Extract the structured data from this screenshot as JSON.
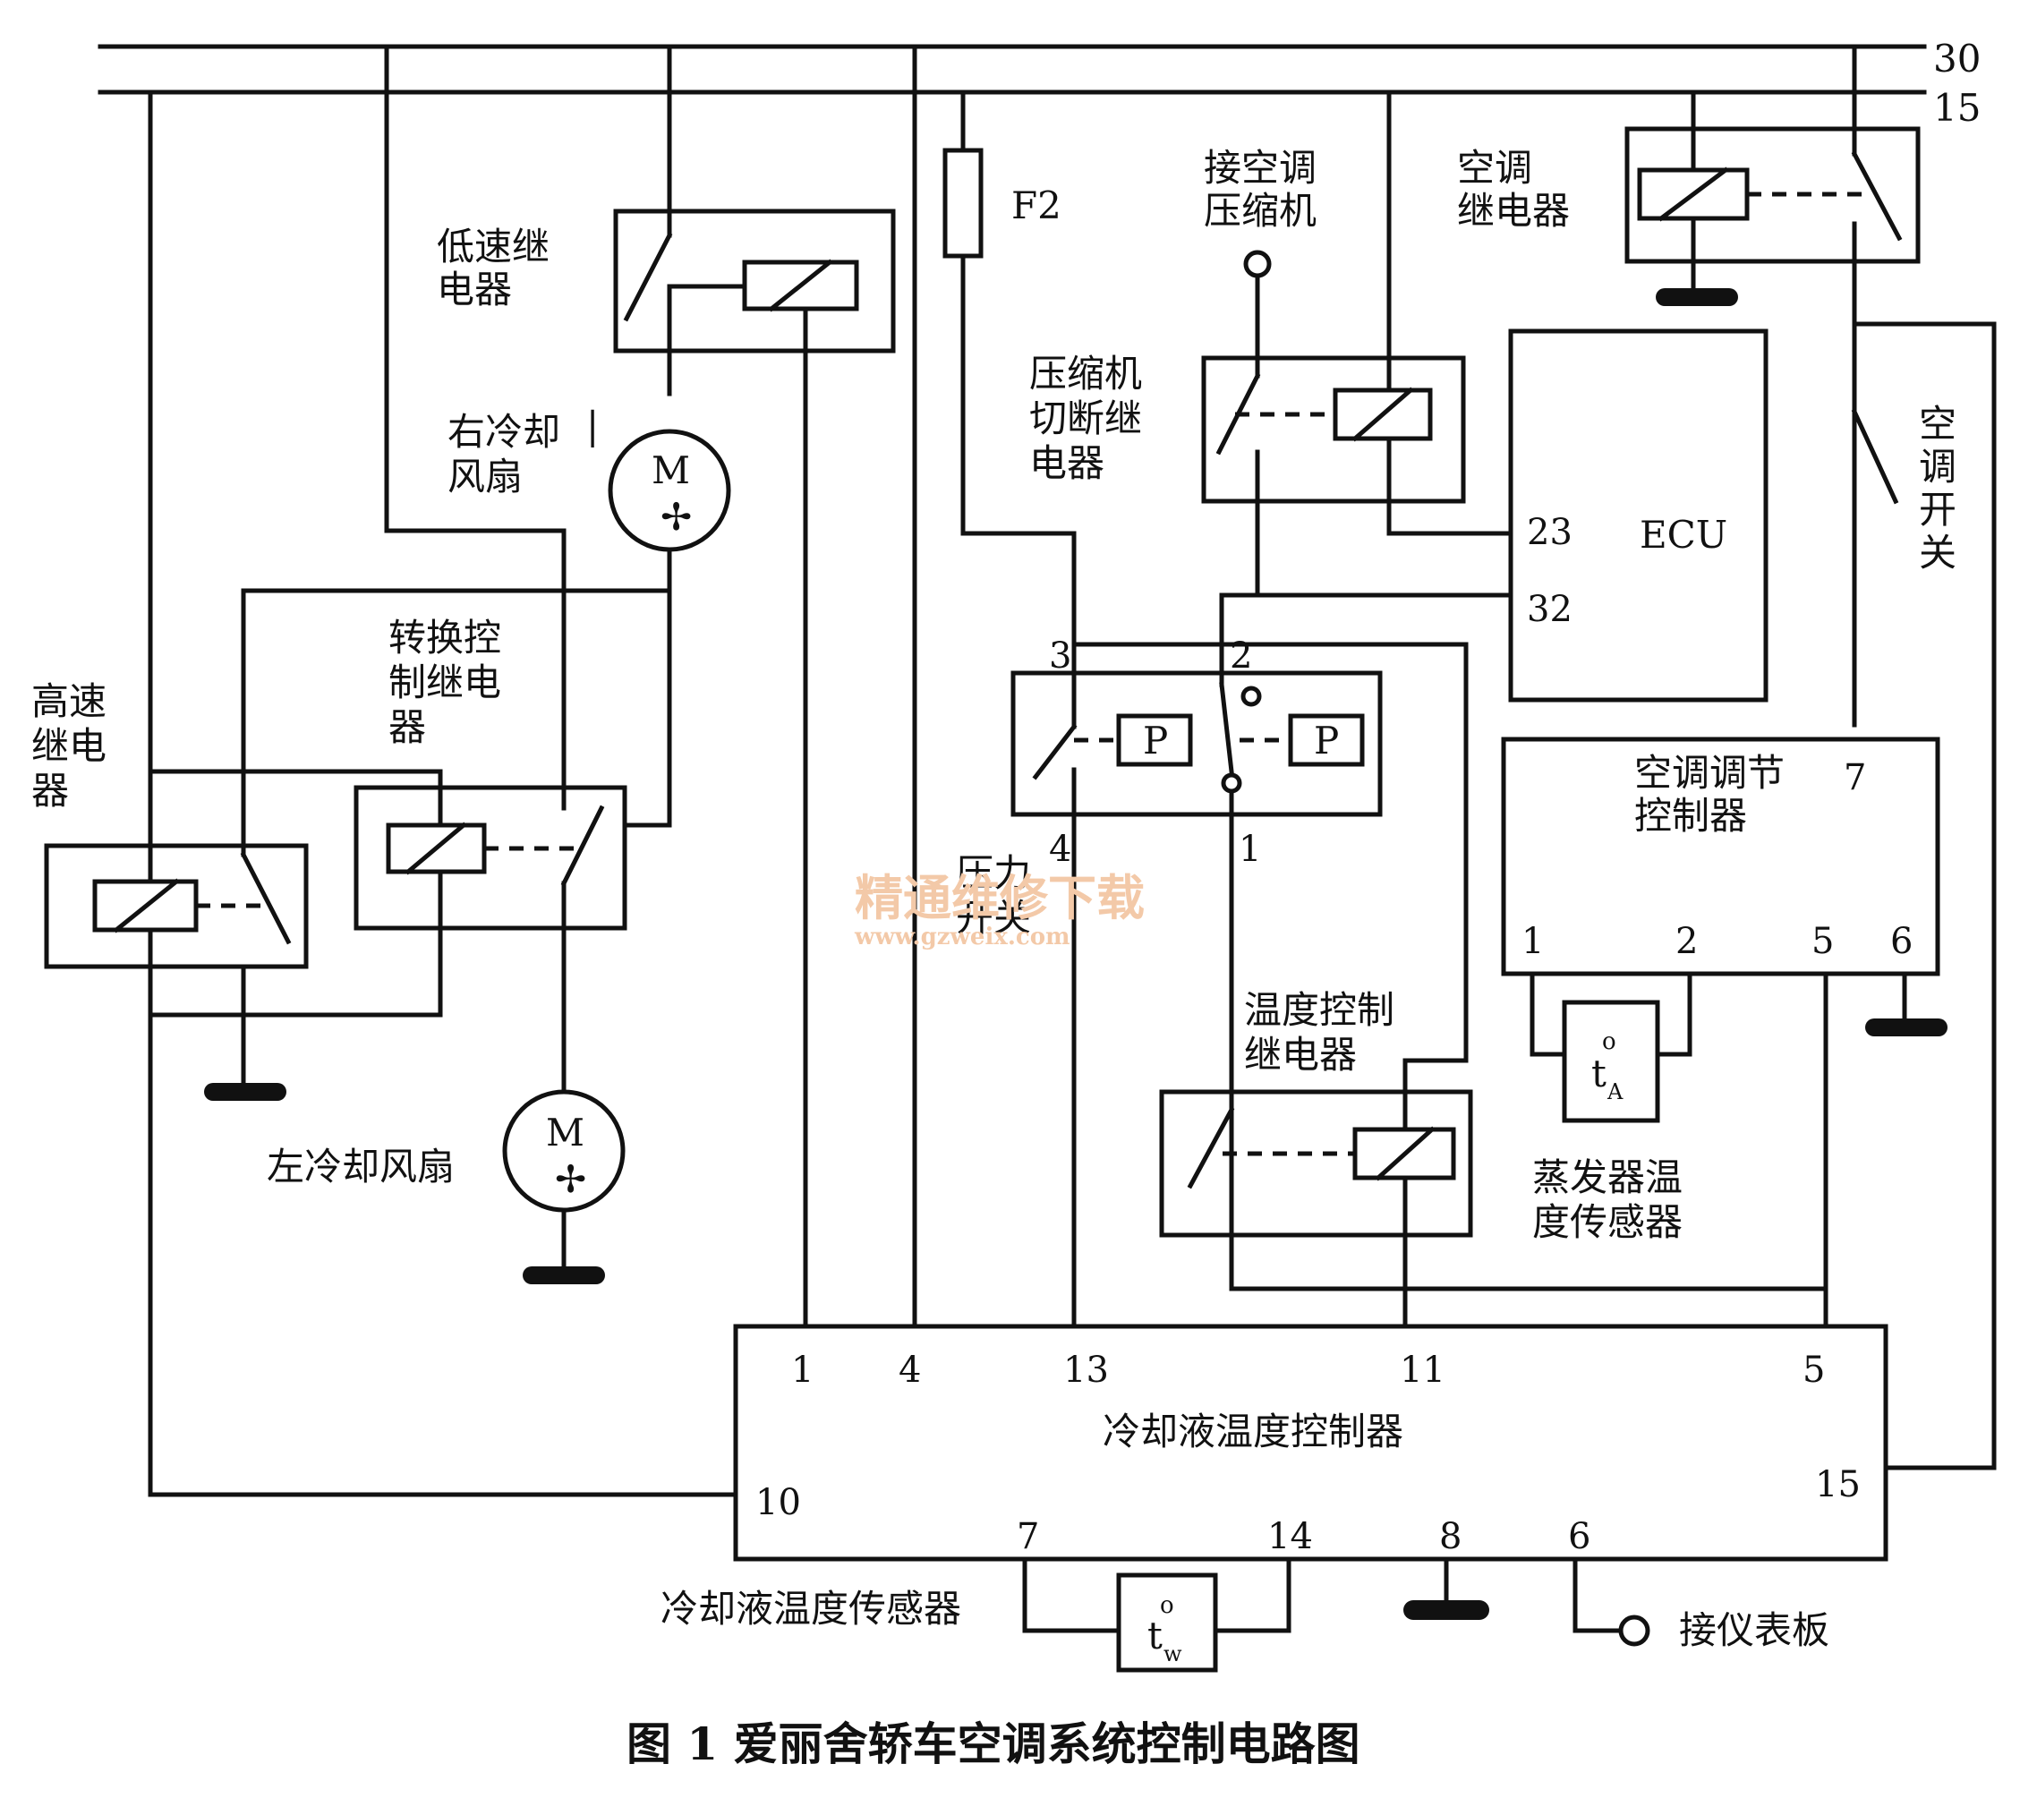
{
  "caption": "图 1    爱丽舍轿车空调系统控制电路图",
  "watermark": {
    "line1": "精通维修下载",
    "line2": "www.gzweix.com"
  },
  "bus": {
    "b30": "30",
    "b15": "15"
  },
  "labels": {
    "low_speed_relay": [
      "低速继",
      "电器"
    ],
    "right_fan": [
      "右冷却",
      "风扇"
    ],
    "left_fan": "左冷却风扇",
    "high_speed_relay": [
      "高速",
      "继电",
      "器"
    ],
    "switch_relay": [
      "转换控",
      "制继电",
      "器"
    ],
    "fuse": "F2",
    "to_compressor": [
      "接空调",
      "压缩机"
    ],
    "compressor_cutoff_relay": [
      "压缩机",
      "切断继",
      "电器"
    ],
    "ac_relay": [
      "空调",
      "继电器"
    ],
    "ac_switch": [
      "空",
      "调",
      "开",
      "关"
    ],
    "pressure_switch": [
      "压力",
      "开关"
    ],
    "temp_control_relay": [
      "温度控制",
      "继电器"
    ],
    "ac_regulator": [
      "空调调节",
      "控制器"
    ],
    "evaporator_sensor": [
      "蒸发器温",
      "度传感器"
    ],
    "coolant_controller": "冷却液温度控制器",
    "coolant_sensor": "冷却液温度传感器",
    "to_dashboard": "接仪表板",
    "ecu": "ECU",
    "motor": "M",
    "p": "P"
  },
  "pins": {
    "ecu": [
      "23",
      "32"
    ],
    "pressure_switch": [
      "3",
      "2",
      "4",
      "1"
    ],
    "regulator": [
      "7",
      "1",
      "2",
      "5",
      "6"
    ],
    "controller": [
      "1",
      "4",
      "13",
      "11",
      "5",
      "10",
      "15",
      "7",
      "14",
      "8",
      "6"
    ]
  },
  "sensor_symbols": {
    "ta": {
      "deg": "o",
      "t": "t",
      "sub": "A"
    },
    "tw": {
      "deg": "o",
      "t": "t",
      "sub": "w"
    }
  }
}
